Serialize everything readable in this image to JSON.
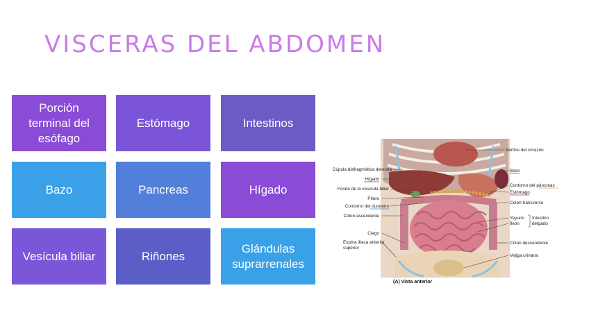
{
  "title": "VISCERAS DEL ABDOMEN",
  "tiles": [
    {
      "label": "Porción terminal del esófago",
      "color": "#8a4bd6"
    },
    {
      "label": "Estómago",
      "color": "#7b55d8"
    },
    {
      "label": "Intestinos",
      "color": "#6a5cc4"
    },
    {
      "label": "Bazo",
      "color": "#3aa0e8"
    },
    {
      "label": "Pancreas",
      "color": "#527fd9"
    },
    {
      "label": "Hígado",
      "color": "#8a4bd6"
    },
    {
      "label": "Vesícula biliar",
      "color": "#7a57d9"
    },
    {
      "label": "Riñones",
      "color": "#5a5ec6"
    },
    {
      "label": "Glándulas suprarrenales",
      "color": "#3aa0e8"
    }
  ],
  "figure": {
    "caption": "(A) Vista anterior",
    "labels_left": [
      "Cúpula diafragmática derecha",
      "Hígado",
      "Fondo de la vesícula biliar",
      "Píloro",
      "Contorno del duodeno",
      "Colon ascendente",
      "Ciego",
      "Espina ilíaca anterior",
      "superior"
    ],
    "labels_right": [
      "Vértice del corazón",
      "Bazo",
      "Contorno del páncreas",
      "Estómago",
      "Colon transverso",
      "Yeyuno",
      "Íleon",
      "Intestino",
      "delgado",
      "Colon descendente",
      "Vejiga urinaria"
    ]
  }
}
